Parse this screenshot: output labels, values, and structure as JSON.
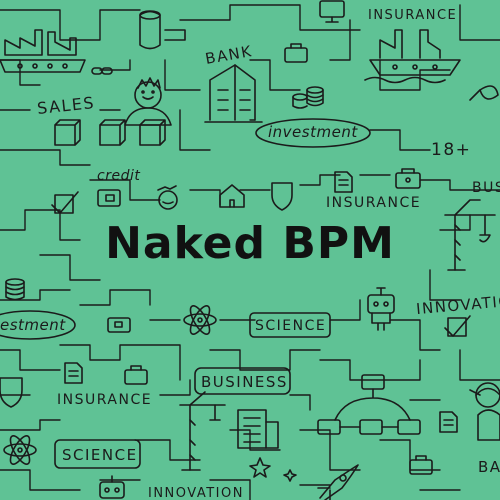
{
  "title": "Naked BPM",
  "labels": {
    "insurance_top": "INSURANCE",
    "bank": "BANK",
    "sales": "SALES",
    "investment_top": "investment",
    "age": "18+",
    "credit": "credit",
    "insurance_mid": "INSURANCE",
    "business_right": "BUS",
    "investment_left": "estment",
    "innovation_right": "INNOVATIO",
    "science_mid": "SCIENCE",
    "business_bottom": "BUSINESS",
    "insurance_bottom": "INSURANCE",
    "science_bottom": "SCIENCE",
    "innovation_bottom": "INNOVATION",
    "ba_right": "BA"
  },
  "colors": {
    "background": "#5fc295",
    "ink": "#1b1b1b"
  }
}
